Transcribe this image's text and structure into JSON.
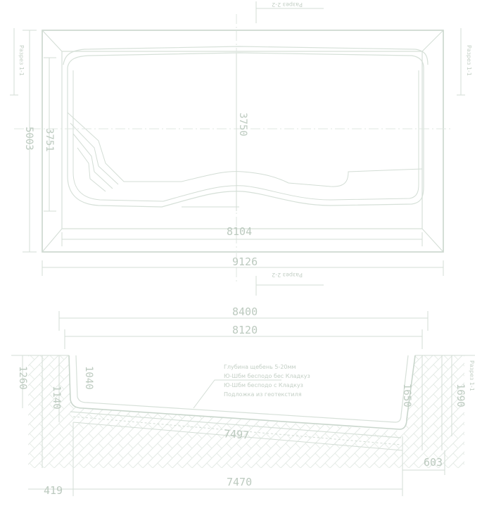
{
  "plan": {
    "section_1_left": "Разрез 1-1",
    "section_1_right": "Разрез 1-1",
    "section_2_top": "Разрез 2-2",
    "section_2_bottom": "Разрез 2-2",
    "dim_total_length": "9126",
    "dim_inner_length": "8104",
    "dim_total_width": "5003",
    "dim_inner_width": "3751",
    "dim_pool_width": "3750"
  },
  "section": {
    "dim_top_outer": "8400",
    "dim_top_inner": "8120",
    "dim_left_depth": "1040",
    "dim_left_outer": "1260",
    "dim_left_bottom": "1140",
    "dim_right_depth": "1690",
    "dim_right_inner": "1650",
    "dim_right_label": "Разрез 1-1",
    "dim_slope": "7497",
    "dim_bottom_length": "7470",
    "dim_bottom_left": "419",
    "dim_bottom_right": "603",
    "notes": [
      "Глубина щебень 5-20мм",
      "Ю-Шбм бесподо бес Кладкуз",
      "Ю-Шбм бесподо с Кладкуз",
      "Подложка из геотекстиля"
    ]
  }
}
